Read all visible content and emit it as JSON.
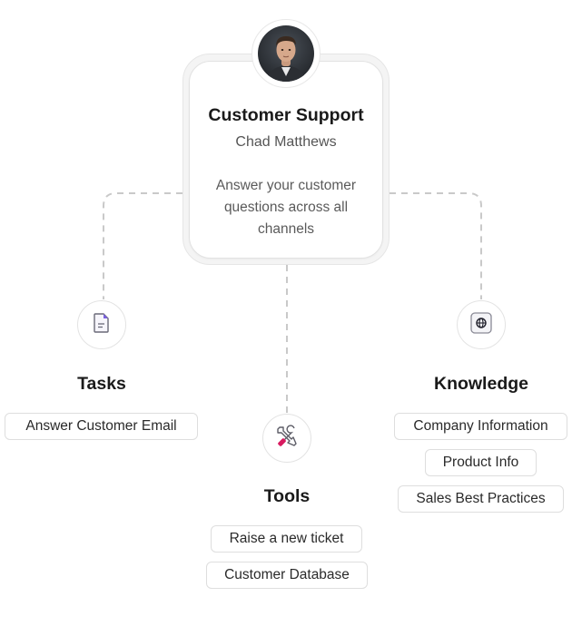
{
  "profile": {
    "title": "Customer Support",
    "name": "Chad Matthews",
    "description": "Answer your customer questions across all channels"
  },
  "sections": {
    "tasks": {
      "heading": "Tasks",
      "icon": "document-icon",
      "items": [
        "Answer Customer Email"
      ]
    },
    "tools": {
      "heading": "Tools",
      "icon": "tools-icon",
      "items": [
        "Raise a new ticket",
        "Customer Database"
      ]
    },
    "knowledge": {
      "heading": "Knowledge",
      "icon": "globe-icon",
      "items": [
        "Company Information",
        "Product Info",
        "Sales Best Practices"
      ]
    }
  },
  "colors": {
    "accent": "#6b5bd6",
    "tools_accent": "#d81b60"
  }
}
